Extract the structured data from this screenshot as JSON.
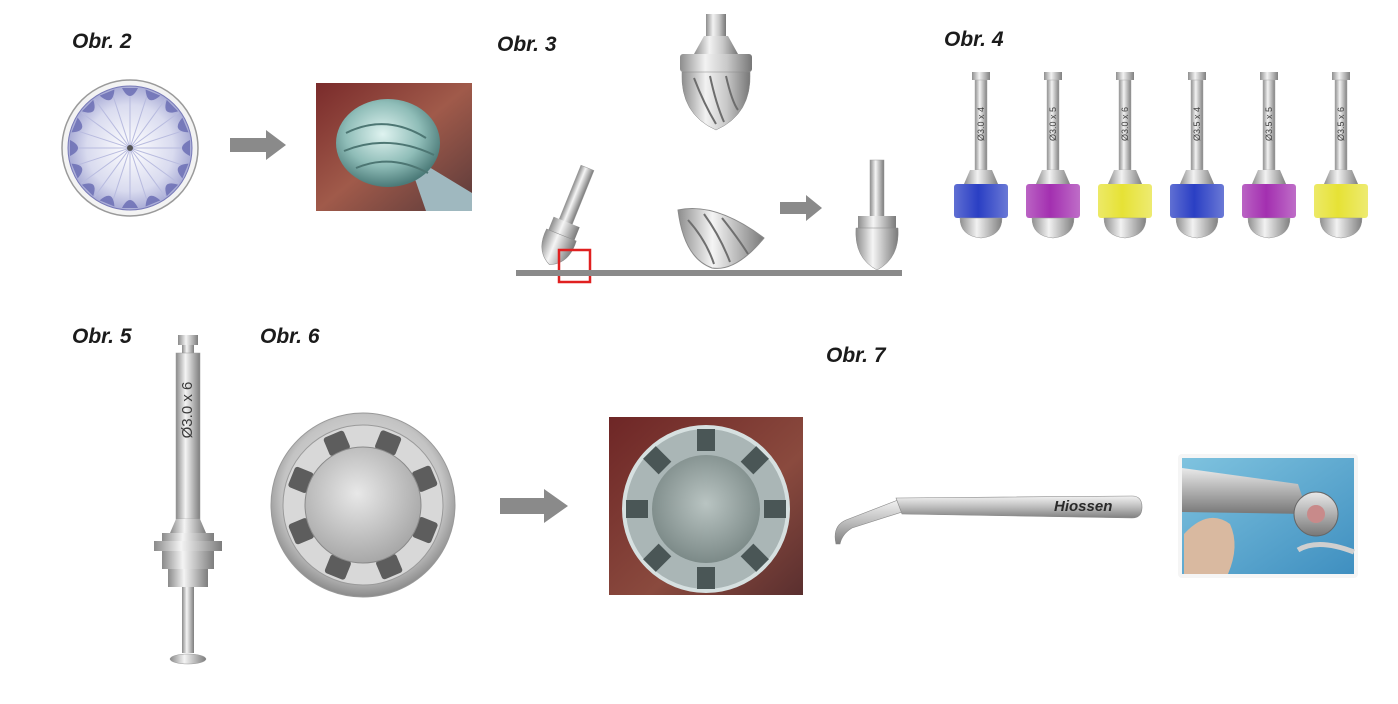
{
  "figures": {
    "fig2": {
      "label": "Obr. 2"
    },
    "fig3": {
      "label": "Obr. 3"
    },
    "fig4": {
      "label": "Obr. 4",
      "drivers": [
        {
          "engraving": "Ø3.0 x 4",
          "color": "#2a3fc4"
        },
        {
          "engraving": "Ø3.0 x 5",
          "color": "#a32fb0"
        },
        {
          "engraving": "Ø3.0 x 6",
          "color": "#e6e235"
        },
        {
          "engraving": "Ø3.5 x 4",
          "color": "#2a3fc4"
        },
        {
          "engraving": "Ø3.5 x 5",
          "color": "#a32fb0"
        },
        {
          "engraving": "Ø3.5 x 6",
          "color": "#e6e235"
        }
      ]
    },
    "fig5": {
      "label": "Obr. 5",
      "engraving": "Ø3.0 x 6"
    },
    "fig6": {
      "label": "Obr. 6"
    },
    "fig7": {
      "label": "Obr. 7",
      "brand": "Hiossen"
    }
  },
  "colors": {
    "arrow": "#8a8a8a",
    "highlight": "#e02020",
    "blade": "#6c6fb5"
  },
  "icons": [
    "arrow-right-icon",
    "arrow-right-icon",
    "arrow-right-icon",
    "arrow-right-icon"
  ]
}
